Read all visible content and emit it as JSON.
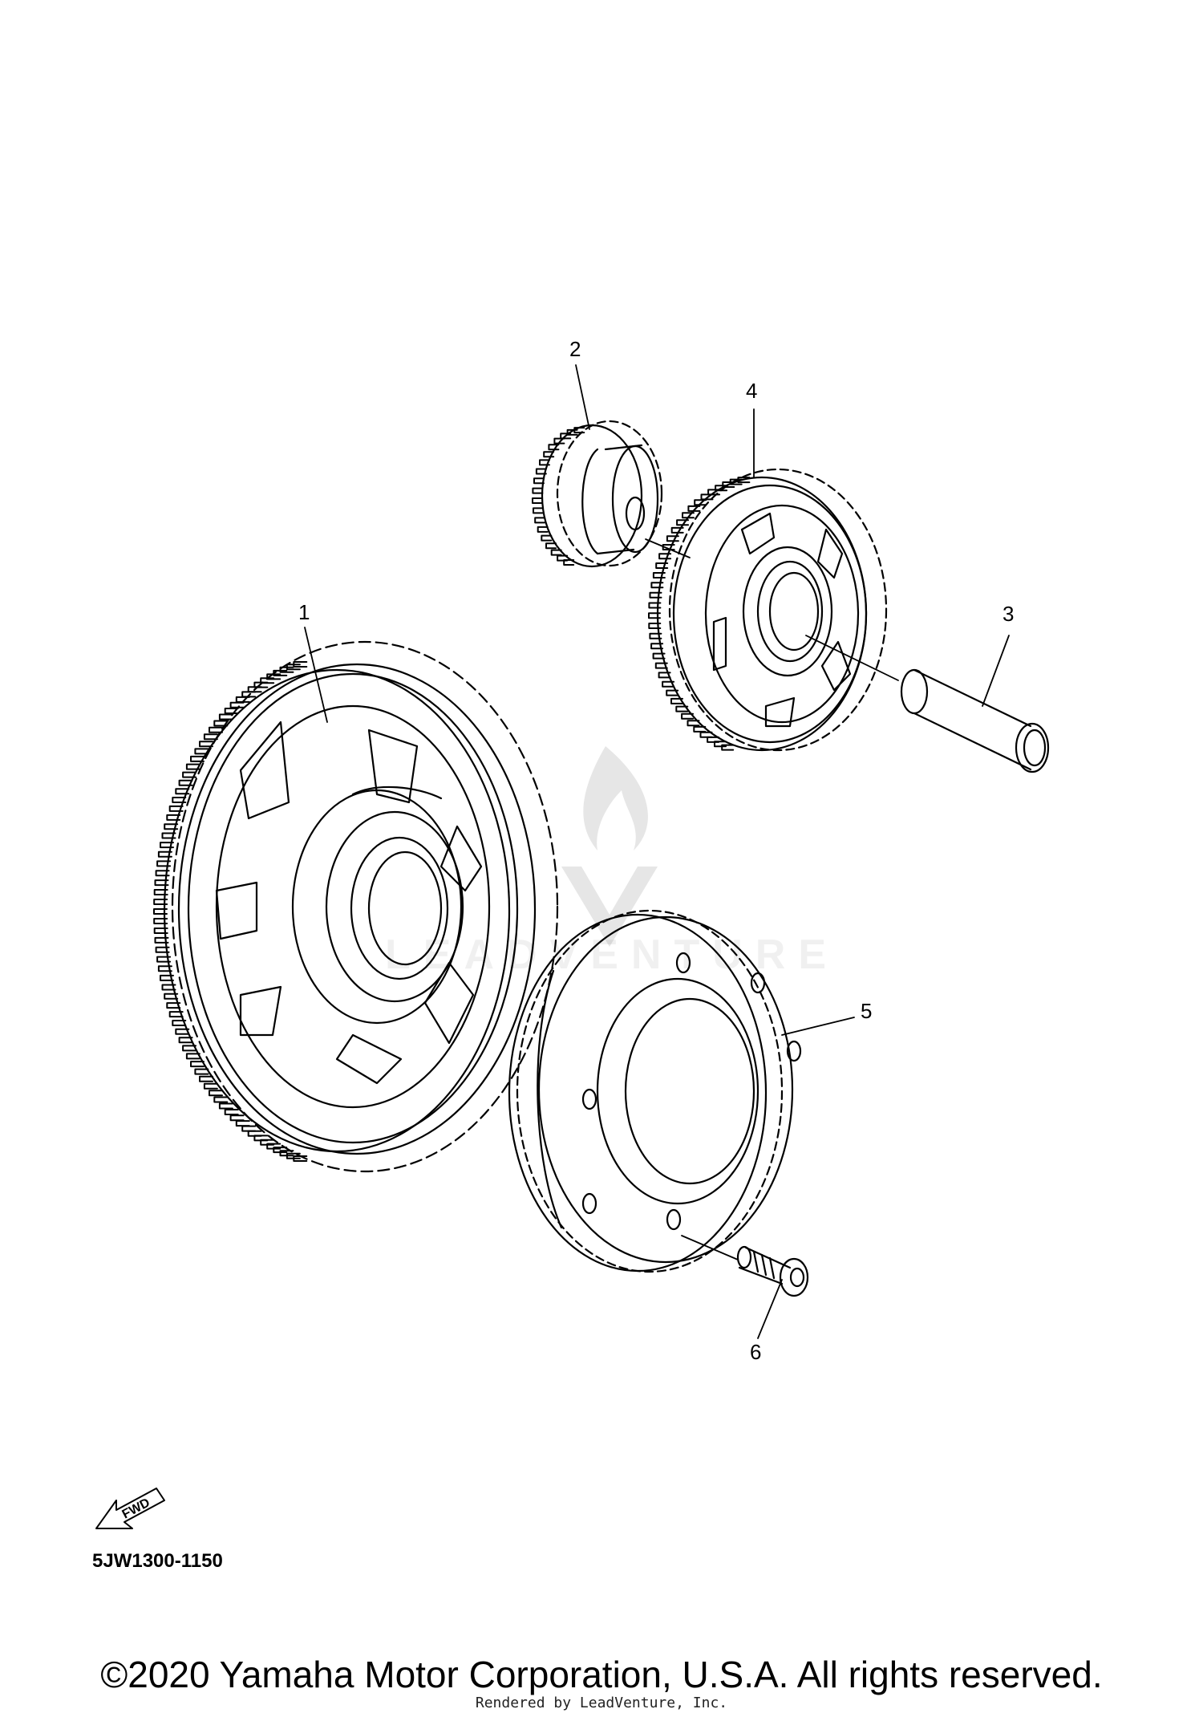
{
  "diagram": {
    "callouts": [
      "1",
      "2",
      "3",
      "4",
      "5",
      "6"
    ],
    "diagram_code": "5JW1300-1150",
    "fwd_label": "FWD",
    "copyright": "©2020 Yamaha Motor Corporation, U.S.A. All rights reserved.",
    "rendered_by": "Rendered by LeadVenture, Inc.",
    "watermark_text": "LEADVENTURE",
    "colors": {
      "line": "#000000",
      "watermark": "#e8e8e8"
    },
    "icons": [
      "fwd-arrow-icon",
      "leadventure-logo-icon"
    ]
  }
}
